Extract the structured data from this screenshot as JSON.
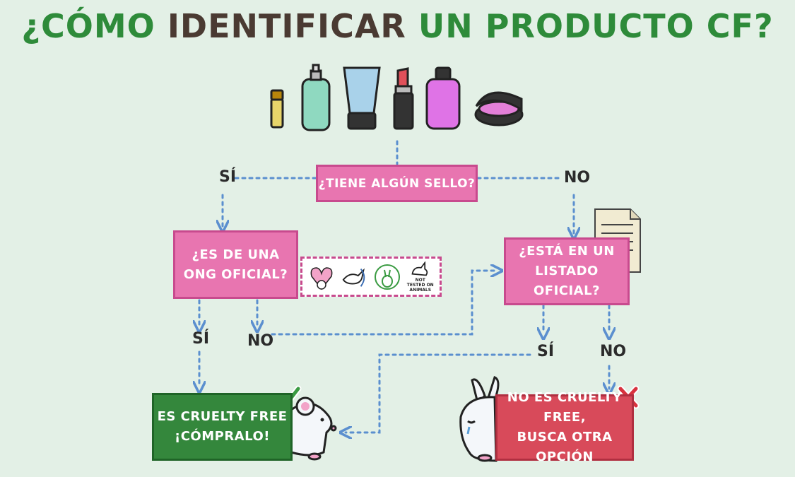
{
  "title": {
    "part1": "¿CÓMO ",
    "part2": "IDENTIFICAR ",
    "part3": "UN PRODUCTO CF?"
  },
  "nodes": {
    "q_seal": "¿TIENE ALGÚN SELLO?",
    "q_ngo": "¿ES DE UNA\nONG OFICIAL?",
    "q_list": "¿ESTÁ EN UN\nLISTADO OFICIAL?",
    "yes_result": "ES CRUELTY FREE\n¡CÓMPRALO!",
    "no_result": "NO ES CRUELTY FREE,\nBUSCA OTRA OPCIÓN"
  },
  "labels": {
    "seal_yes": "SÍ",
    "seal_no": "NO",
    "ngo_yes": "SÍ",
    "ngo_no": "NO",
    "list_yes": "SÍ",
    "list_no": "NO"
  },
  "logos": {
    "not_tested": "NOT TESTED ON ANIMALS"
  },
  "colors": {
    "title_green": "#2e8b3a",
    "title_dark": "#4a3a32",
    "question_pink": "#e875b0",
    "result_green": "#34873c",
    "result_red": "#d84a5a",
    "connector_blue": "#5b8fcf"
  },
  "icons": [
    "cosmetics-products-illustration",
    "document-icon",
    "mouse-illustration",
    "rabbit-illustration",
    "checkmark-icon",
    "x-mark-icon",
    "cruelty-free-logos"
  ]
}
